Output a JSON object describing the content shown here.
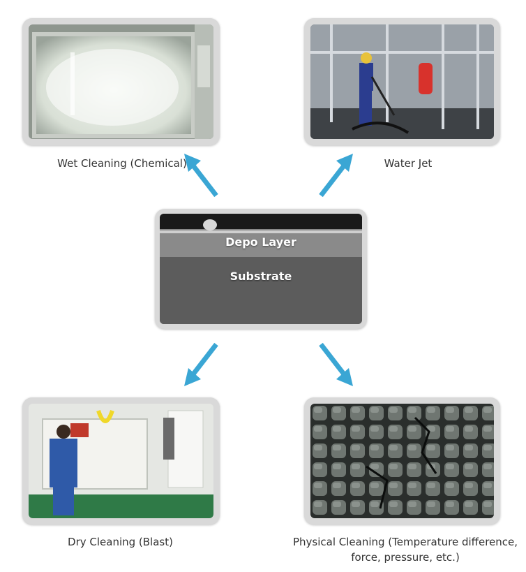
{
  "center": {
    "layer1": "Depo Layer",
    "layer2": "Substrate"
  },
  "methods": [
    {
      "label": "Wet Cleaning (Chemical)"
    },
    {
      "label": "Water Jet"
    },
    {
      "label": "Dry Cleaning (Blast)"
    },
    {
      "label": "Physical Cleaning (Temperature difference,",
      "label2": "force, pressure, etc.)"
    }
  ],
  "colors": {
    "arrow": "#3aa6d4",
    "frame": "#d9d9d9"
  }
}
